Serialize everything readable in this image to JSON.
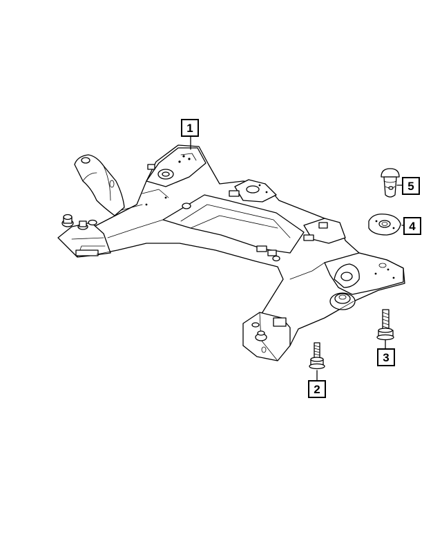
{
  "callouts": [
    {
      "label": "1",
      "part": "crossmember"
    },
    {
      "label": "2",
      "part": "bolt"
    },
    {
      "label": "3",
      "part": "bolt"
    },
    {
      "label": "4",
      "part": "plate"
    },
    {
      "label": "5",
      "part": "bushing"
    }
  ]
}
